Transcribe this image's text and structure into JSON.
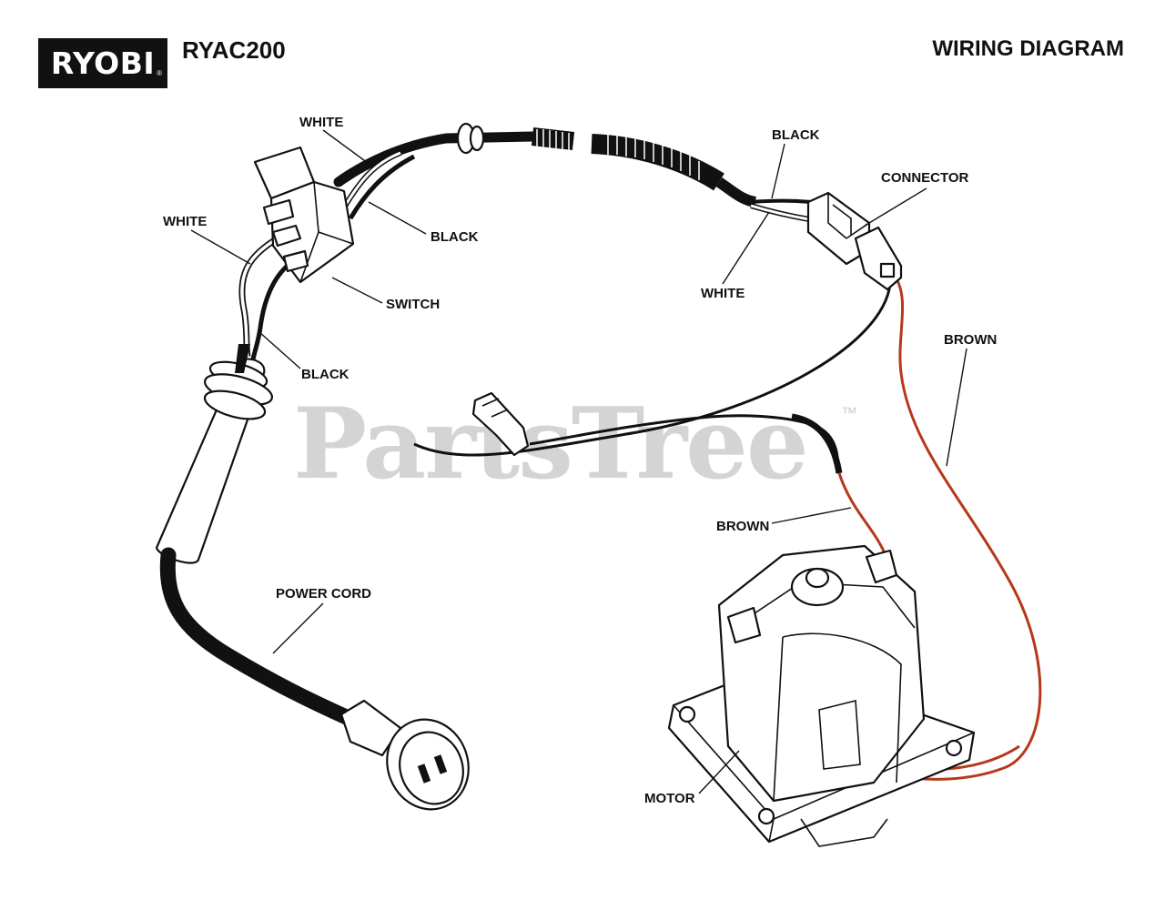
{
  "header": {
    "brand": "RYOBI",
    "model": "RYAC200",
    "title": "WIRING DIAGRAM"
  },
  "watermark": {
    "text": "PartsTree",
    "tm": "™"
  },
  "labels": {
    "white_top": "WHITE",
    "black_switch": "BLACK",
    "white_left": "WHITE",
    "switch": "SWITCH",
    "black_cord": "BLACK",
    "black_connector": "BLACK",
    "connector": "CONNECTOR",
    "white_connector": "WHITE",
    "brown_right": "BROWN",
    "brown_motor": "BROWN",
    "power_cord": "POWER CORD",
    "motor": "MOTOR"
  },
  "colors": {
    "brown_wire": "#b5391a",
    "outline": "#111111",
    "watermark": "#d4d4d4"
  }
}
